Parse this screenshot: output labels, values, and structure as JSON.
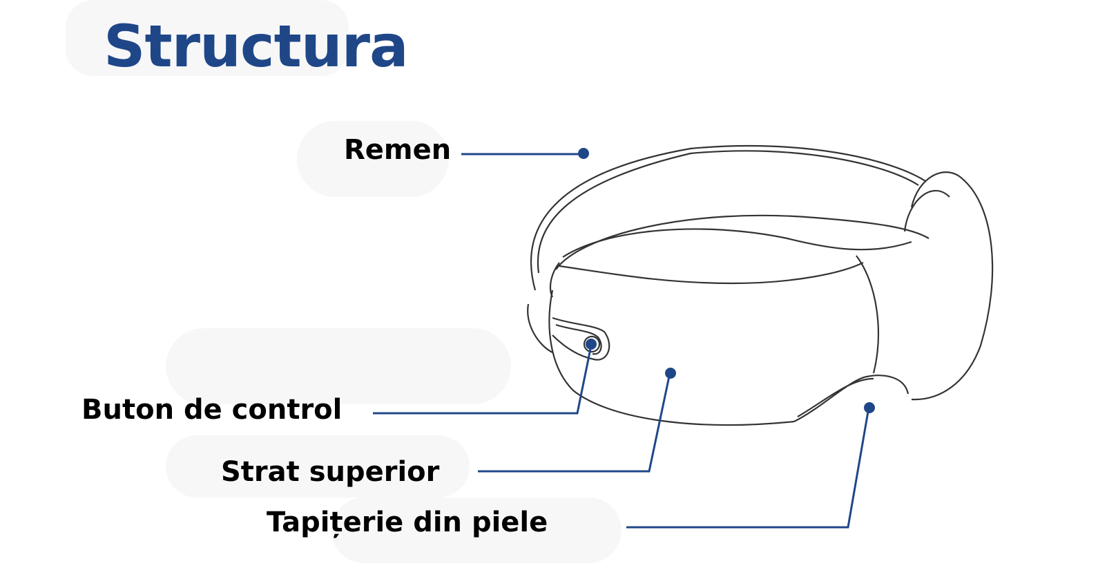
{
  "title": "Structura",
  "accent_color": "#1f4788",
  "labels": {
    "strap": "Remen",
    "control_button": "Buton de control",
    "top_layer": "Strat superior",
    "leather_upholstery": "Tapițerie din piele"
  }
}
